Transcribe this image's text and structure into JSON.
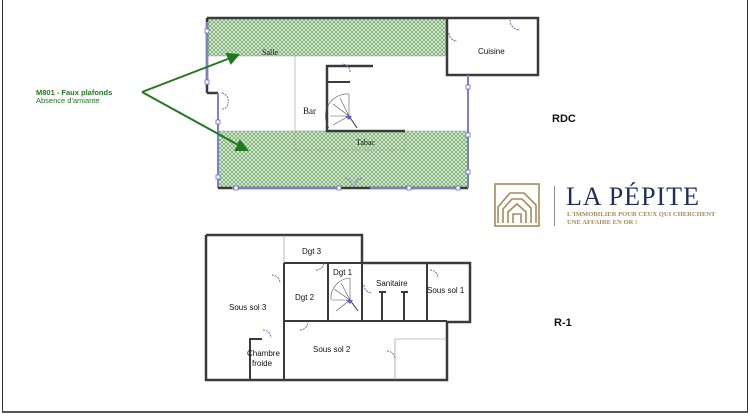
{
  "annotation": {
    "title": "M801 - Faux plafonds",
    "subtitle": "Absence d'amiante",
    "color": "#1f7a1f"
  },
  "levels": {
    "ground": "RDC",
    "basement": "R-1"
  },
  "rooms_rdc": {
    "salle": "Salle",
    "cuisine": "Cuisine",
    "bar": "Bar",
    "tabac": "Tabac"
  },
  "rooms_r1": {
    "dgt3": "Dgt 3",
    "dgt1": "Dgt 1",
    "dgt2": "Dgt 2",
    "sanitaire": "Sanitaire",
    "sous_sol_1": "Sous sol 1",
    "sous_sol_2": "Sous sol 2",
    "sous_sol_3": "Sous sol 3",
    "chambre_froide_1": "Chambre",
    "chambre_froide_2": "froide"
  },
  "logo": {
    "brand": "LA PÉPITE",
    "tagline_1": "L'IMMOBILIER POUR CEUX QUI CHERCHENT",
    "tagline_2": "UNE AFFAIRE EN OR !",
    "brand_color": "#1e3059",
    "gold_color": "#a68a5b"
  },
  "colors": {
    "hatch_fill": "#cfe3c7",
    "hatch_line": "#7fb07a",
    "wall": "#3a3a3a",
    "window": "#6a6fc0"
  }
}
